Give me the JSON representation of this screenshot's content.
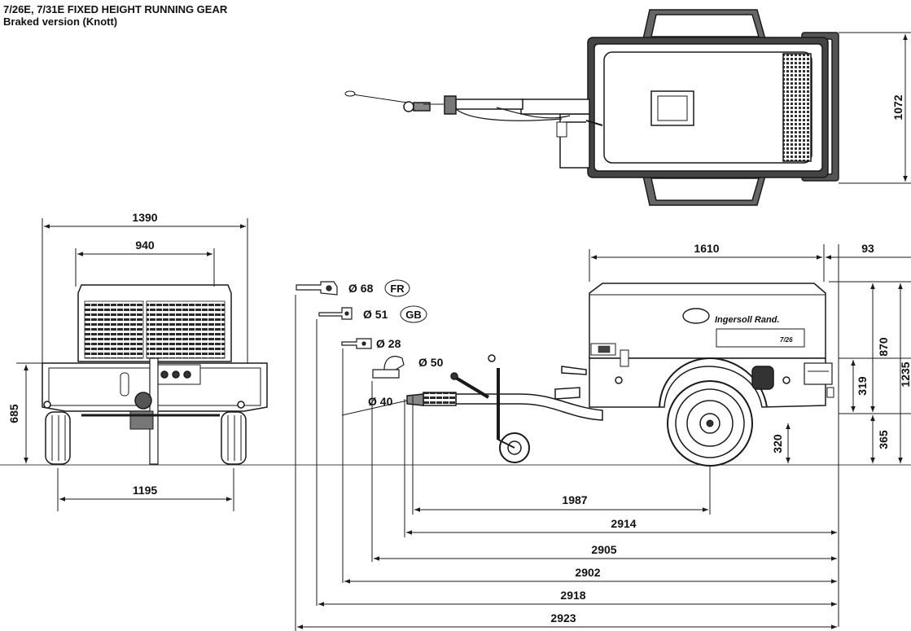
{
  "title": {
    "line1": "7/26E, 7/31E FIXED HEIGHT RUNNING GEAR",
    "line2": "Braked version (Knott)"
  },
  "brand": "Ingersoll Rand.",
  "model": "7/26",
  "top_view": {
    "width": "1072"
  },
  "front_view": {
    "overall_width": "1390",
    "body_width": "940",
    "track": "1195",
    "axle_height": "685"
  },
  "side_view": {
    "body_length": "1610",
    "rear_overhang": "93",
    "body_height": "870",
    "overall_height": "1235",
    "lower_height": "365",
    "rear_light_height": "319",
    "ground_clearance": "320",
    "hitch_to_axle": "1987",
    "lengths": [
      "2914",
      "2905",
      "2902",
      "2918",
      "2923"
    ]
  },
  "couplings": [
    {
      "label": "Ø 68",
      "badge": "FR"
    },
    {
      "label": "Ø 51",
      "badge": "GB"
    },
    {
      "label": "Ø 28",
      "badge": ""
    },
    {
      "label": "Ø 50",
      "badge": ""
    },
    {
      "label": "Ø 40",
      "badge": ""
    }
  ],
  "colors": {
    "line": "#1a1a1a",
    "body": "#555555",
    "grille": "#2a2a2a"
  }
}
